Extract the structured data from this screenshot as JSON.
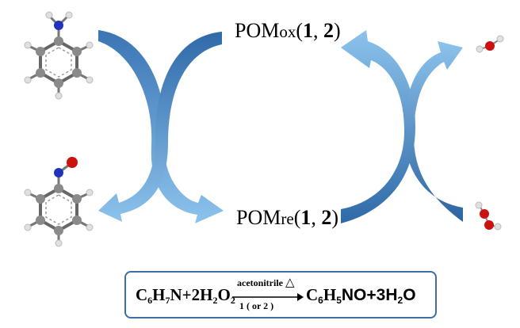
{
  "labels": {
    "pom_ox_base": "POM",
    "pom_ox_sub": "ox",
    "pom_re_base": "POM",
    "pom_re_sub": "re",
    "catalyst_open": "(",
    "catalyst_1": "1",
    "catalyst_sep": ", ",
    "catalyst_2": "2",
    "catalyst_close": ")"
  },
  "equation": {
    "reactant_c": "C",
    "reactant_c_sub": "6",
    "reactant_h": "H",
    "reactant_h_sub": "7",
    "reactant_rest": "N+2H",
    "peroxide_h_sub": "2",
    "peroxide_o": "O",
    "peroxide_o_sub": "2",
    "condition_top": "acetonitrile",
    "heat_symbol": "△",
    "condition_bottom": "1 ( or 2 )",
    "product_c": "C",
    "product_c_sub": "6",
    "product_h": "H",
    "product_h_sub": "5",
    "product_rest": "NO+3H",
    "water_h_sub": "2",
    "water_o": "O"
  },
  "colors": {
    "arrow_light": "#8fc0e8",
    "arrow_dark": "#2e6aa8",
    "carbon": "#8a8a8a",
    "hydrogen": "#dcdcdc",
    "nitrogen": "#2233bb",
    "oxygen": "#cc1111",
    "box_border": "#3b6fa8"
  }
}
